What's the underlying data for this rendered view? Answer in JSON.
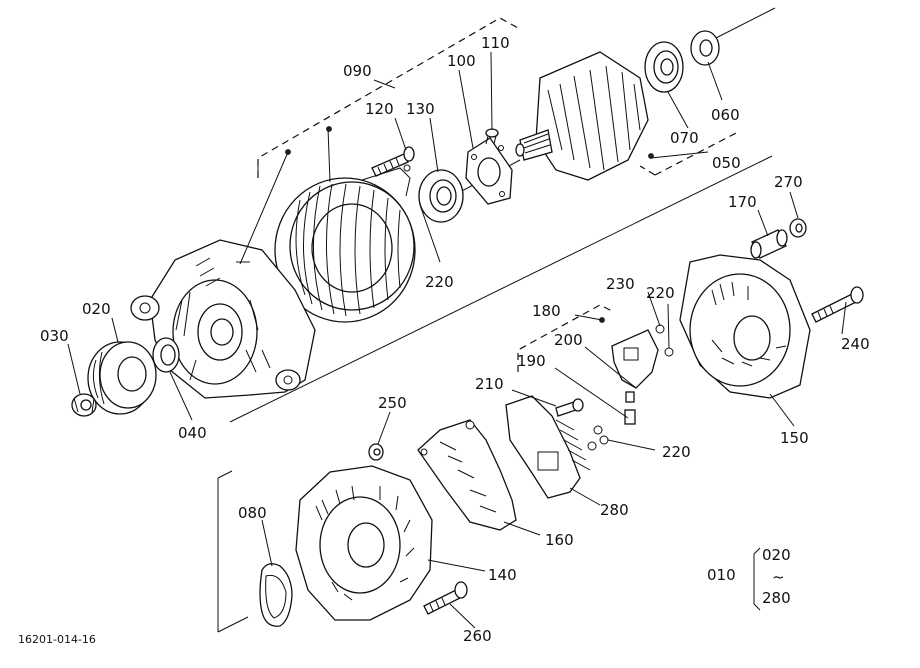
{
  "diagram_id": "16201-014-16",
  "labels": {
    "p010": "010",
    "p020": "020",
    "p030": "030",
    "p040": "040",
    "p050": "050",
    "p060": "060",
    "p070": "070",
    "p080": "080",
    "p090": "090",
    "p100": "100",
    "p110": "110",
    "p120": "120",
    "p130": "130",
    "p140": "140",
    "p150": "150",
    "p160": "160",
    "p170": "170",
    "p180": "180",
    "p190": "190",
    "p200": "200",
    "p210": "210",
    "p220a": "220",
    "p220b": "220",
    "p220c": "220",
    "p230": "230",
    "p240": "240",
    "p250": "250",
    "p260": "260",
    "p270": "270",
    "p280": "280",
    "range_from": "020",
    "range_tilde": "~",
    "range_to": "280"
  }
}
